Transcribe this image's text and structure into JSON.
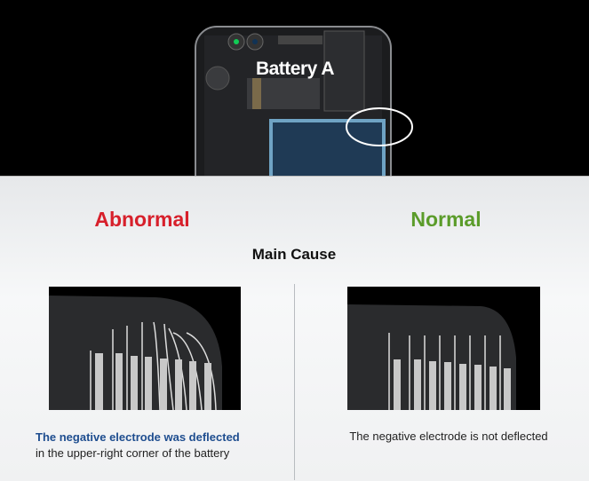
{
  "header": {
    "title": "Battery A"
  },
  "left": {
    "heading": "Abnormal",
    "caption_line1": "The negative electrode was deflected",
    "caption_line2": "in the upper-right corner of the battery",
    "color": "#d7202b"
  },
  "center": {
    "label": "Main Cause"
  },
  "right": {
    "heading": "Normal",
    "caption": "The negative electrode is not deflected",
    "color": "#5b9c2a"
  }
}
